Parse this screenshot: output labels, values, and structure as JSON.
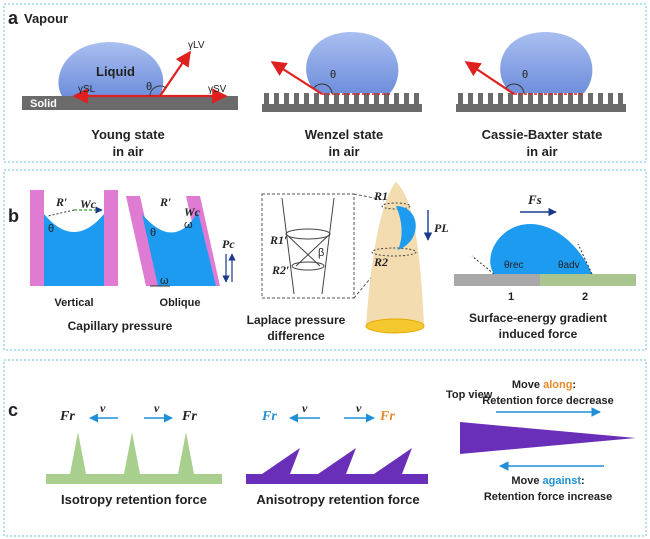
{
  "panel_a": {
    "letter": "a",
    "vapour": "Vapour",
    "liquid": "Liquid",
    "solid": "Solid",
    "gamma_lv": "γLV",
    "gamma_sl": "γSL",
    "gamma_sv": "γSV",
    "theta": "θ",
    "young": [
      "Young state",
      "in air"
    ],
    "wenzel": [
      "Wenzel state",
      "in air"
    ],
    "cassie": [
      "Cassie-Baxter state",
      "in air"
    ],
    "colors": {
      "droplet": "#8aa6e6",
      "solid": "#6b6b6b",
      "arrow": "#e0201e",
      "border": "#6cc1dd"
    }
  },
  "panel_b": {
    "letter": "b",
    "vertical": "Vertical",
    "oblique": "Oblique",
    "capillary": "Capillary pressure",
    "laplace": [
      "Laplace pressure",
      "difference"
    ],
    "surface": [
      "Surface-energy gradient",
      "induced force"
    ],
    "R_prime": "R′",
    "Wc": "Wc",
    "theta": "θ",
    "omega": "ω",
    "Pc": "Pc",
    "R1": "R1",
    "R2": "R2",
    "R1p": "R1′",
    "R2p": "R2′",
    "beta": "β",
    "PL": "PL",
    "Fs": "Fs",
    "theta_rec": "θrec",
    "theta_adv": "θadv",
    "zone1": "1",
    "zone2": "2",
    "colors": {
      "liquid": "#1d9bf0",
      "wall": "#e07bd3",
      "cone": "#f2dcb0",
      "grey": "#a8a8a8",
      "green": "#a9c48f"
    }
  },
  "panel_c": {
    "letter": "c",
    "Fr": "Fr",
    "v": "v",
    "isotropy": "Isotropy retention force",
    "anisotropy": "Anisotropy retention force",
    "top_view": "Top view",
    "move_along_prefix": "Move ",
    "move_along_word": "along",
    "move_along_suffix": ":",
    "along_effect": "Retention force decrease",
    "move_against_prefix": "Move ",
    "move_against_word": "against",
    "move_against_suffix": ":",
    "against_effect": "Retention force increase",
    "colors": {
      "green": "#a9cf8e",
      "purple": "#6a2fb8",
      "orange": "#e8892a",
      "blue": "#1f8fd6"
    }
  }
}
